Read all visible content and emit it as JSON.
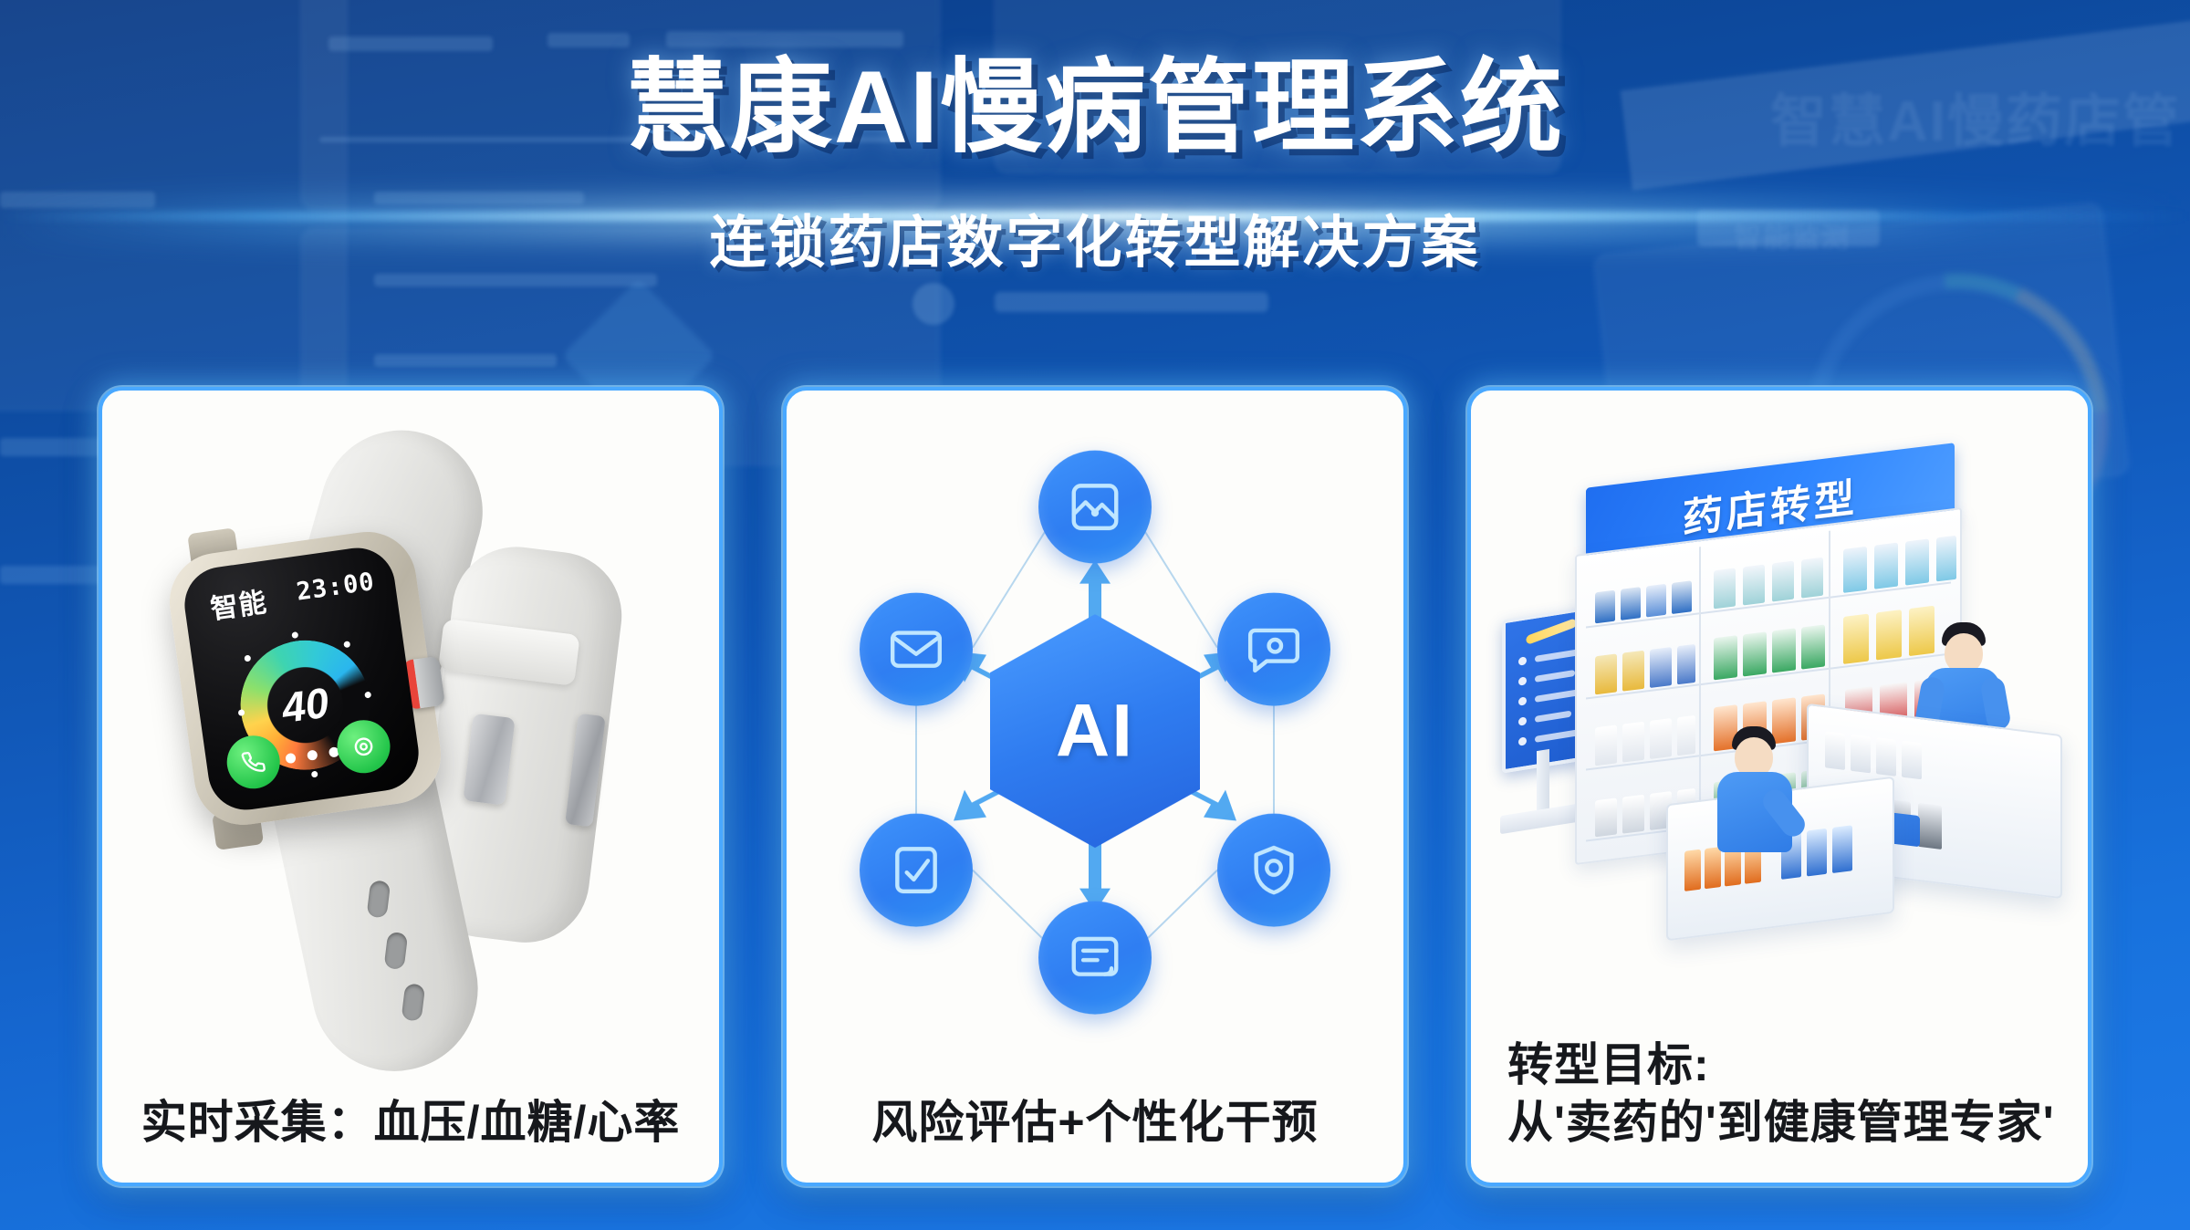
{
  "header": {
    "title": "慧康AI慢病管理系统",
    "subtitle": "连锁药店数字化转型解决方案"
  },
  "cards": [
    {
      "name": "realtime-collection",
      "caption": "实时采集：血压/血糖/心率",
      "watch": {
        "screen_label": "智能",
        "time": "23:00",
        "ring_value": "40",
        "buttons": [
          "phone-icon",
          "chat-icon"
        ],
        "dots": 3
      }
    },
    {
      "name": "risk-assessment",
      "caption": "风险评估+个性化干预",
      "diagram": {
        "core_label": "AI",
        "nodes": [
          {
            "position": "top",
            "icon": "image-icon"
          },
          {
            "position": "upper-left",
            "icon": "envelope-icon"
          },
          {
            "position": "upper-right",
            "icon": "chat-bubble-icon"
          },
          {
            "position": "lower-left",
            "icon": "checklist-icon"
          },
          {
            "position": "lower-right",
            "icon": "shield-icon"
          },
          {
            "position": "bottom",
            "icon": "document-edit-icon"
          }
        ]
      }
    },
    {
      "name": "transformation-goal",
      "caption_line1": "转型目标:",
      "caption_line2": "从'卖药的'到健康管理专家'",
      "scene": {
        "sign_text": "药店转型",
        "people": 2,
        "kiosk": "digital-signage"
      }
    }
  ],
  "background": {
    "ghost_text_right": "智慧AI慢药店管",
    "accent_color": "#49a8ff",
    "base_color": "#1158b8",
    "card_bg": "#fdfdfb"
  }
}
